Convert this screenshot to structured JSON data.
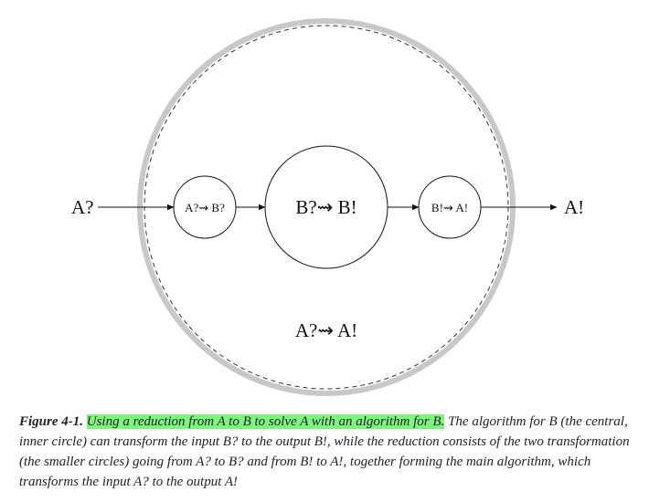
{
  "diagram": {
    "labels": {
      "input": "A?",
      "output": "A!",
      "left_node": "A?⇝ B?",
      "center_node": "B?⇝ B!",
      "right_node": "B!⇝ A!",
      "outer": "A?⇝ A!"
    }
  },
  "caption": {
    "figure_label": "Figure 4-1.",
    "highlighted": "Using a reduction from A to B to solve A with an algorithm for B.",
    "body": " The algorithm for B (the central, inner circle) can transform the input B? to the output B!, while the reduction consists of the two transformation (the smaller circles) going from A? to B? and from B! to A!, together forming the main algorithm, which transforms the input A? to the output A!",
    "highlight_color": "#7df47f"
  }
}
